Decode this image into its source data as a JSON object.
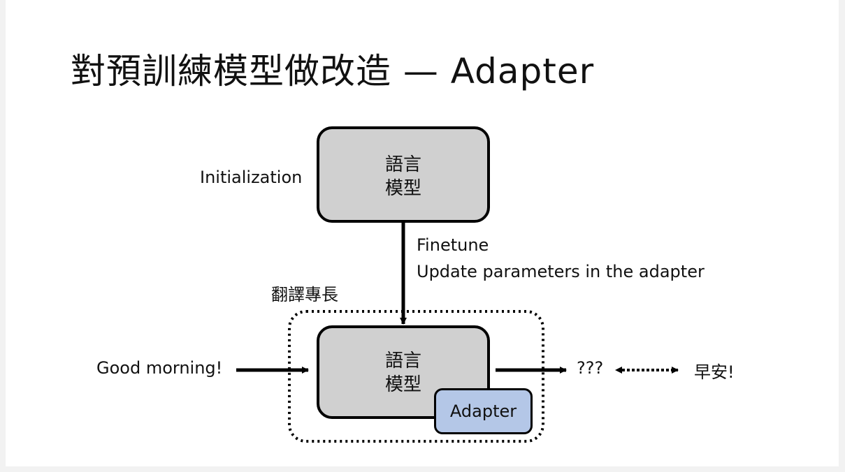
{
  "slide": {
    "title": "對預訓練模型做改造 — Adapter"
  },
  "diagram": {
    "init_label": "Initialization",
    "top_model": {
      "line1": "語言",
      "line2": "模型"
    },
    "finetune_label": "Finetune",
    "update_label": "Update parameters in the adapter",
    "group_label": "翻譯專長",
    "bottom_model": {
      "line1": "語言",
      "line2": "模型"
    },
    "adapter_label": "Adapter",
    "input_text": "Good morning!",
    "output_text": "???",
    "target_text": "早安!"
  },
  "colors": {
    "blue_text": "#1515d6",
    "model_fill": "#d0d0d0",
    "adapter_fill": "#b4c7e7"
  }
}
